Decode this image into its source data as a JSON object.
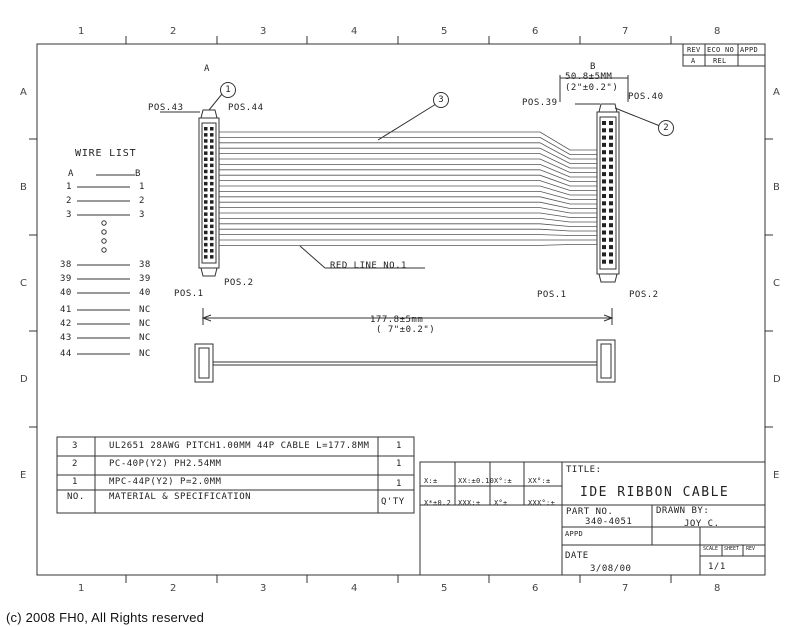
{
  "grid": {
    "columns": [
      "1",
      "2",
      "3",
      "4",
      "5",
      "6",
      "7",
      "8"
    ],
    "rows": [
      "A",
      "B",
      "C",
      "D",
      "E"
    ]
  },
  "connector_a": {
    "label": "A",
    "pos_top_left": "POS.43",
    "pos_top_right": "POS.44",
    "pos_bottom_left": "POS.1",
    "pos_bottom_right": "POS.2"
  },
  "connector_b": {
    "label": "B",
    "dim1": "50.8±5MM",
    "dim2": "(2\"±0.2\")",
    "pos_top_left": "POS.39",
    "pos_top_right": "POS.40",
    "pos_bottom_left": "POS.1",
    "pos_bottom_right": "POS.2"
  },
  "callouts": [
    "1",
    "3",
    "2"
  ],
  "red_line_label": "RED LINE NO.1",
  "length_dim": {
    "line1": "177.8±5mm",
    "line2": "( 7\"±0.2\")"
  },
  "wire_list": {
    "title": "WIRE LIST",
    "col_a": "A",
    "col_b": "B",
    "rows": [
      {
        "a": "1",
        "b": "1"
      },
      {
        "a": "2",
        "b": "2"
      },
      {
        "a": "3",
        "b": "3"
      },
      {
        "a": "38",
        "b": "38"
      },
      {
        "a": "39",
        "b": "39"
      },
      {
        "a": "40",
        "b": "40"
      },
      {
        "a": "41",
        "b": "NC"
      },
      {
        "a": "42",
        "b": "NC"
      },
      {
        "a": "43",
        "b": "NC"
      },
      {
        "a": "44",
        "b": "NC"
      }
    ]
  },
  "bom": {
    "rows": [
      {
        "no": "3",
        "spec": "UL2651 28AWG PITCH1.00MM 44P CABLE L=177.8MM",
        "qty": "1"
      },
      {
        "no": "2",
        "spec": "PC-40P(Y2) PH2.54MM",
        "qty": "1"
      },
      {
        "no": "1",
        "spec": "MPC-44P(Y2) P=2.0MM",
        "qty": "1"
      }
    ],
    "header": {
      "no": "NO.",
      "spec": "MATERIAL & SPECIFICATION",
      "qty": "Q'TY"
    }
  },
  "revision": {
    "headers": [
      "REV",
      "ECO NO",
      "APPD"
    ],
    "row": [
      "A",
      "REL",
      ""
    ]
  },
  "tolerance": {
    "row1": [
      "X:±",
      "XX:±0.10",
      "X°:±",
      "XX°:±"
    ],
    "row2": [
      "X*±0.2",
      "XXX:±",
      "X°±",
      "XXX°:±"
    ]
  },
  "title_block": {
    "title_label": "TITLE:",
    "title": "IDE RIBBON CABLE",
    "part_label": "PART NO.",
    "part_no": "340-4051",
    "drawn_label": "DRAWN BY:",
    "drawn_by": "JOY C.",
    "appd_label": "APPD",
    "date_label": "DATE",
    "date": "3/08/00",
    "scale_label": "SCALE",
    "sheet_label": "SHEET",
    "rev_label": "REV",
    "sheet": "1/1"
  },
  "copyright": "(c) 2008 FH0, All Rights reserved"
}
